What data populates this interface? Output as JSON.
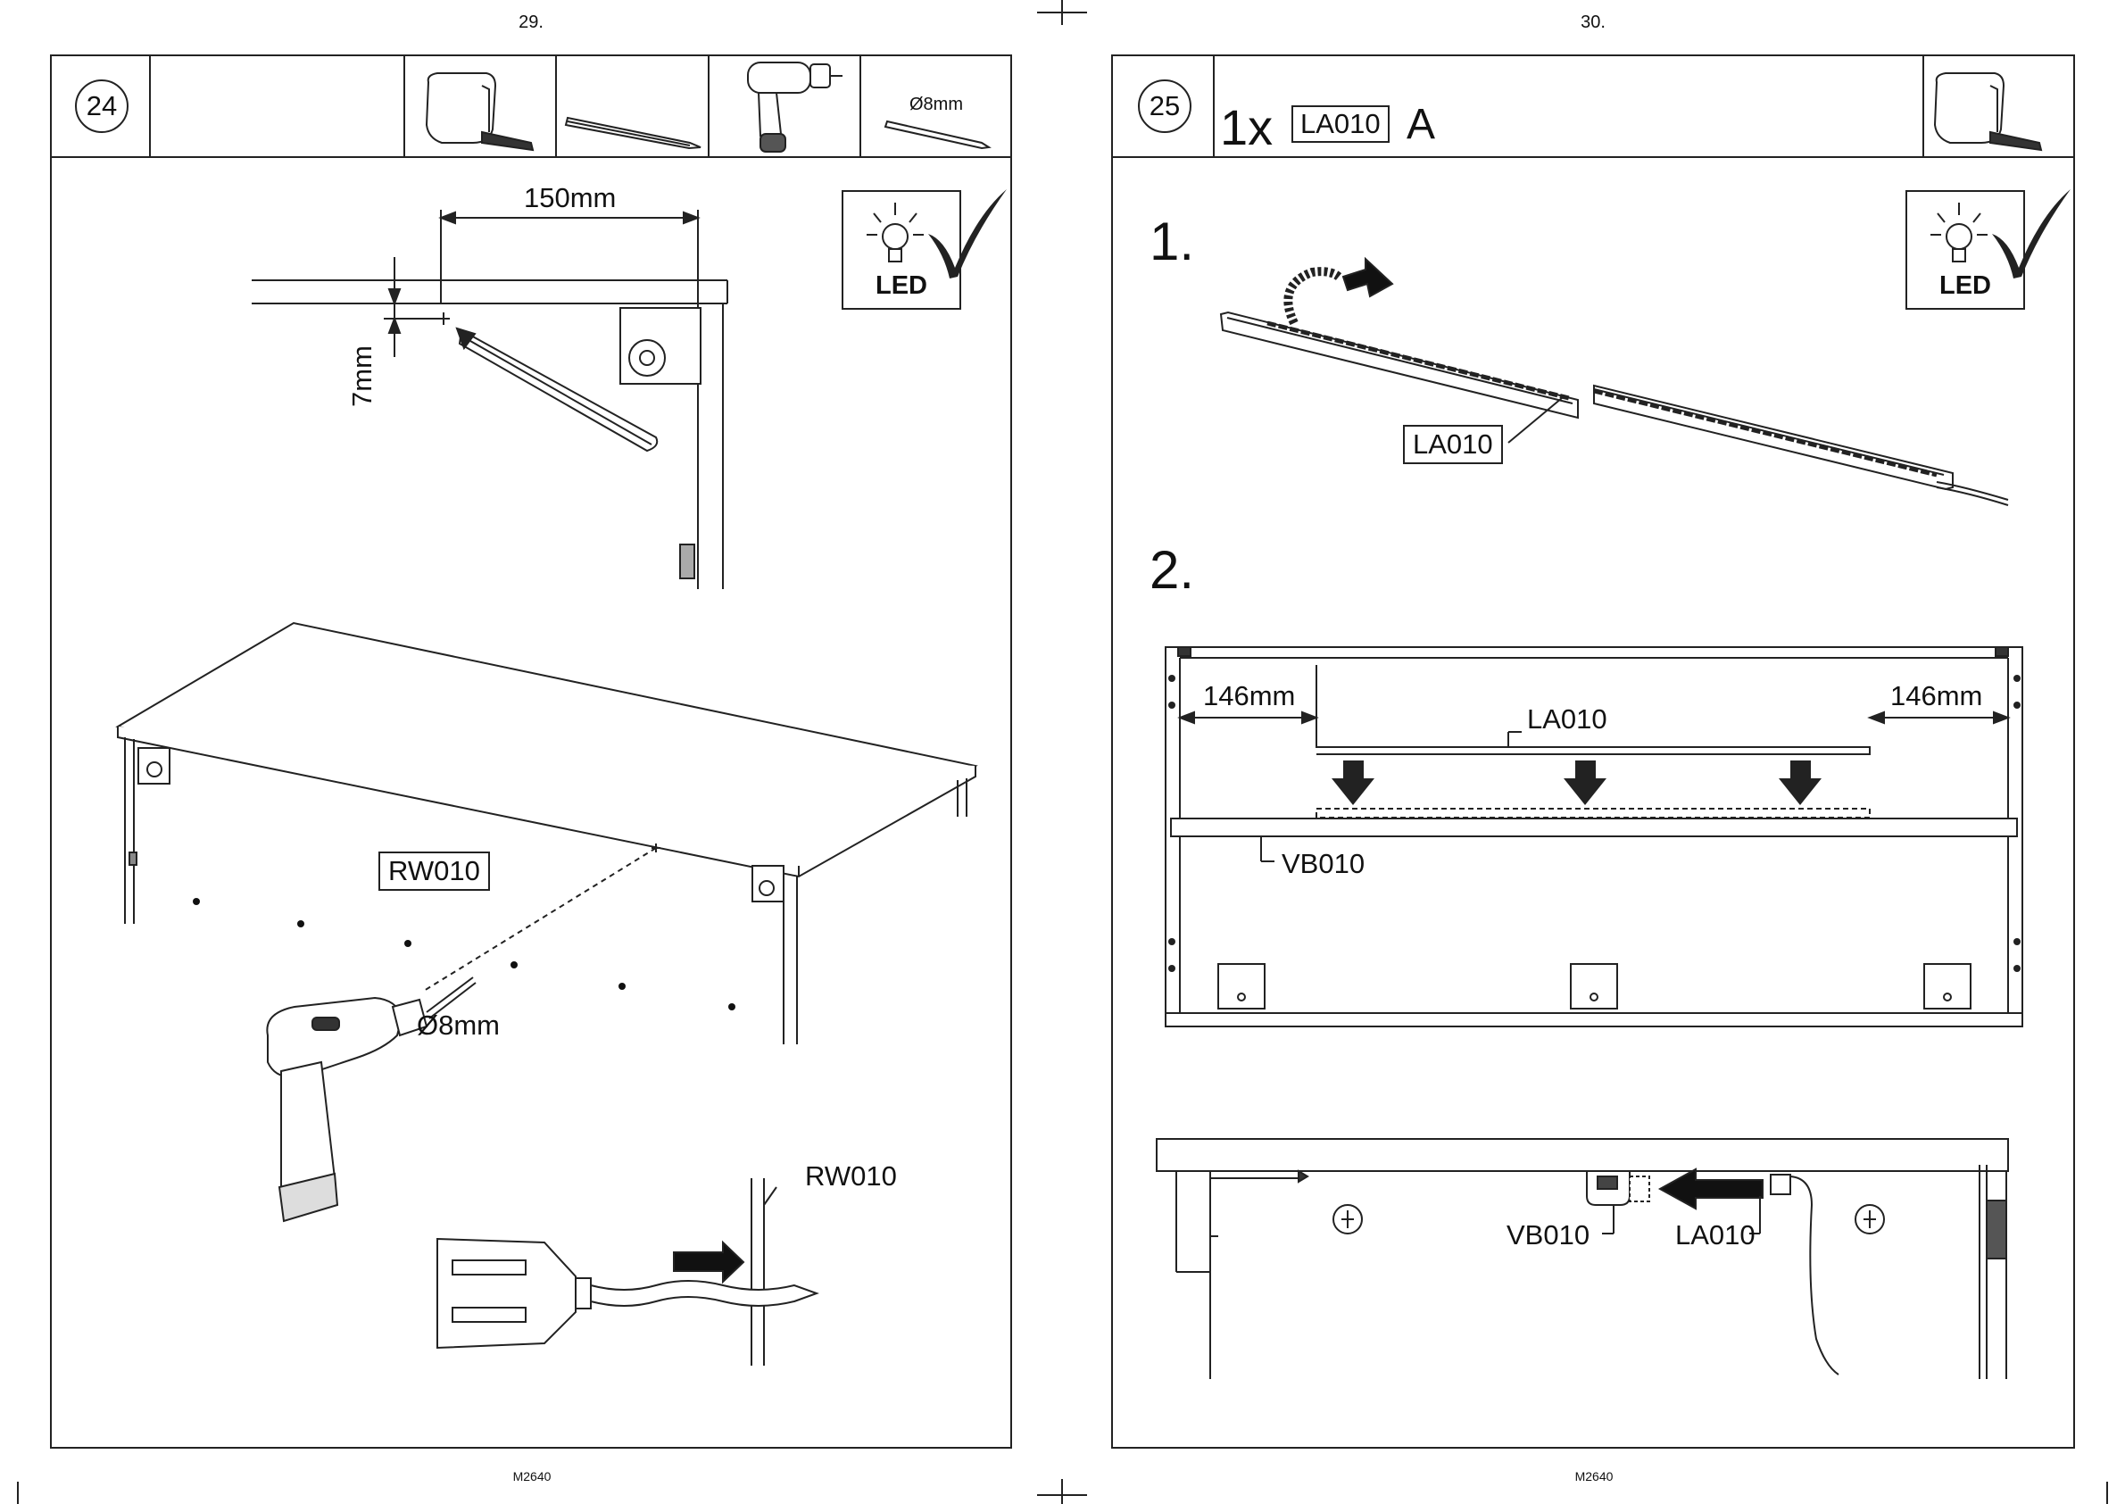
{
  "left_page": {
    "page_number": "29.",
    "step_number": "24",
    "tools": {
      "drill_bit_label": "Ø8mm"
    },
    "dim_width": "150mm",
    "dim_height": "7mm",
    "led_label": "LED",
    "part_label_main": "RW010",
    "part_label_detail": "RW010",
    "drill_label": "Ø8mm",
    "footer": "M2640"
  },
  "right_page": {
    "page_number": "30.",
    "step_number": "25",
    "parts_qty": "1x",
    "parts_code": "LA010",
    "parts_letter": "A",
    "led_label": "LED",
    "substep_1": "1.",
    "substep_2": "2.",
    "strip_label": "LA010",
    "dim_left": "146mm",
    "dim_right": "146mm",
    "strip_label_2": "LA010",
    "shelf_label": "VB010",
    "connector_label_left": "VB010",
    "connector_label_right": "LA010",
    "footer": "M2640"
  }
}
